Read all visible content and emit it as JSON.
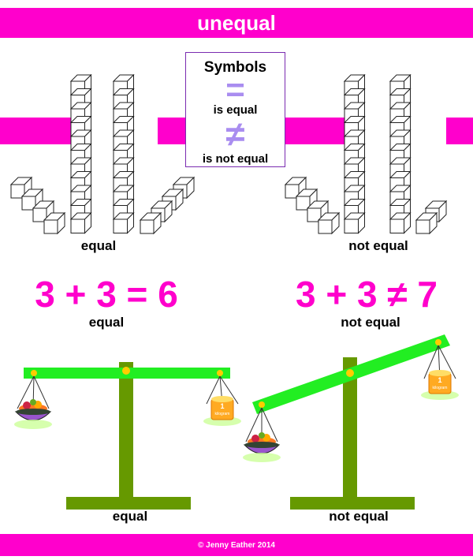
{
  "header": {
    "title": "unequal"
  },
  "symbols": {
    "title": "Symbols",
    "equal_symbol": "=",
    "equal_label": "is equal",
    "not_equal_symbol": "≠",
    "not_equal_label": "is not equal"
  },
  "blocks": {
    "left_label": "equal",
    "right_label": "not equal"
  },
  "equations": {
    "left": {
      "expression": "3 + 3 = 6",
      "label": "equal"
    },
    "right": {
      "expression": "3 + 3 ≠ 7",
      "label": "not equal"
    }
  },
  "scales": {
    "left_label": "equal",
    "right_label": "not equal",
    "weight_text": "1",
    "weight_subtext": "kilogram"
  },
  "footer": {
    "credit": "© Jenny Eather 2014"
  },
  "colors": {
    "accent": "#ff00cc",
    "symbol": "#a98df0",
    "beam": "#22ee22",
    "post": "#669900",
    "pivot": "#ffcc00"
  }
}
